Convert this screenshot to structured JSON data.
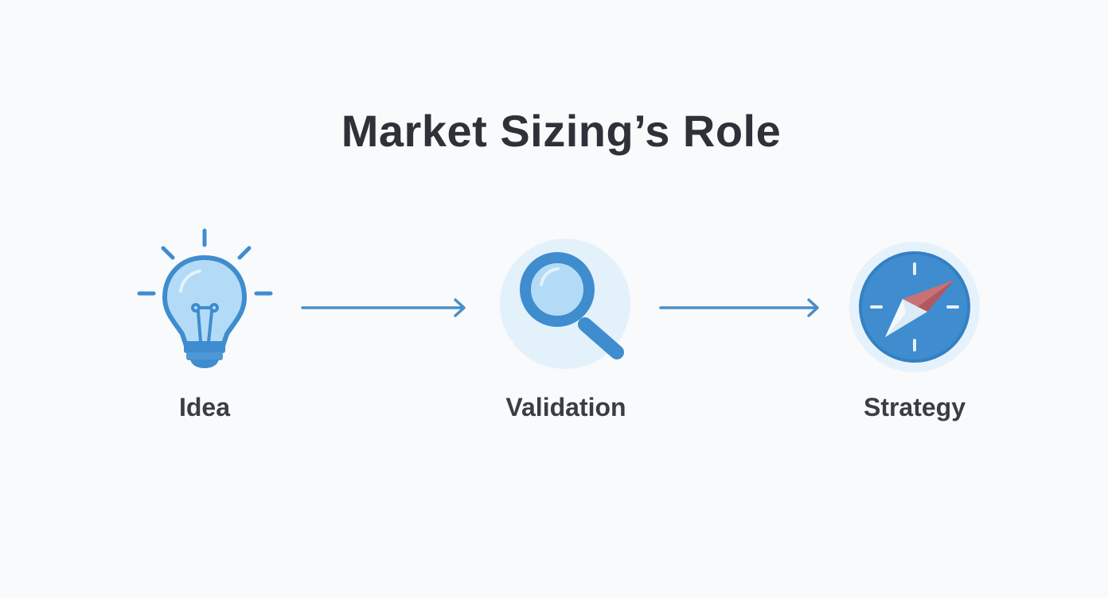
{
  "title": "Market Sizing’s Role",
  "colors": {
    "background": "#f8fafc",
    "primary_blue": "#3f8ccf",
    "light_blue": "#b3dbf7",
    "halo": "#e3f1fb",
    "needle_red": "#c0646a",
    "text_dark": "#2e3138"
  },
  "steps": [
    {
      "label": "Idea",
      "icon": "lightbulb-icon"
    },
    {
      "label": "Validation",
      "icon": "magnifying-glass-icon"
    },
    {
      "label": "Strategy",
      "icon": "compass-icon"
    }
  ],
  "connectors": [
    {
      "from": "Idea",
      "to": "Validation",
      "type": "arrow"
    },
    {
      "from": "Validation",
      "to": "Strategy",
      "type": "arrow"
    }
  ]
}
